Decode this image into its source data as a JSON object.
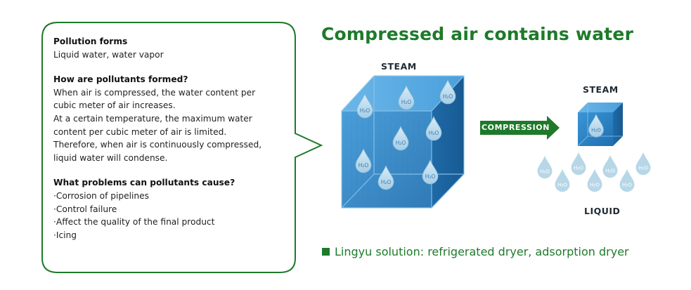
{
  "bubble": {
    "sections": [
      {
        "heading": "Pollution forms",
        "lines": [
          "Liquid water, water vapor"
        ]
      },
      {
        "heading": "How are pollutants formed?",
        "lines": [
          "When air is compressed, the water content per",
          "cubic meter of air increases.",
          "At a certain temperature, the maximum water",
          "content per cubic meter of air is limited.",
          "Therefore, when air is continuously compressed,",
          "liquid water will condense."
        ]
      },
      {
        "heading": "What problems can pollutants cause?",
        "items": [
          "·Corrosion of pipelines",
          "·Control failure",
          "·Affect the quality of the final product",
          "·Icing"
        ]
      }
    ]
  },
  "diagram": {
    "title": "Compressed air contains water",
    "steam_label_large": "STEAM",
    "steam_label_small": "STEAM",
    "liquid_label": "LIQUID",
    "arrow_label": "COMPRESSION",
    "drop_label": "H₂O",
    "solution": "Lingyu solution: refrigerated dryer, adsorption dryer",
    "colors": {
      "title_green": "#1e7a2a",
      "cube_blue": "#2d86c8",
      "liquid_drop": "#b7d7e7"
    }
  }
}
